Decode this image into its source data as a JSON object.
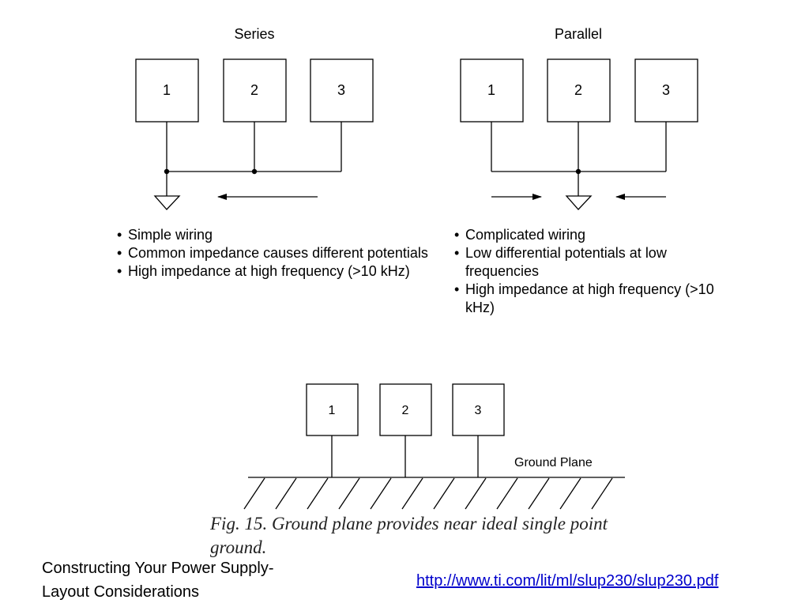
{
  "series": {
    "title": "Series",
    "boxes": [
      "1",
      "2",
      "3"
    ],
    "bullets": [
      "Simple wiring",
      "Common impedance causes different potentials",
      "High impedance at high frequency (>10 kHz)"
    ]
  },
  "parallel": {
    "title": "Parallel",
    "boxes": [
      "1",
      "2",
      "3"
    ],
    "bullets": [
      "Complicated wiring",
      "Low differential potentials at low frequencies",
      "High impedance at high frequency (>10 kHz)"
    ]
  },
  "ground_plane": {
    "boxes": [
      "1",
      "2",
      "3"
    ],
    "label": "Ground Plane",
    "caption": "Fig. 15. Ground plane provides near ideal single point ground."
  },
  "footer": {
    "title_line1": "Constructing Your Power Supply-",
    "title_line2": "Layout Considerations",
    "link": "http://www.ti.com/lit/ml/slup230/slup230.pdf"
  }
}
